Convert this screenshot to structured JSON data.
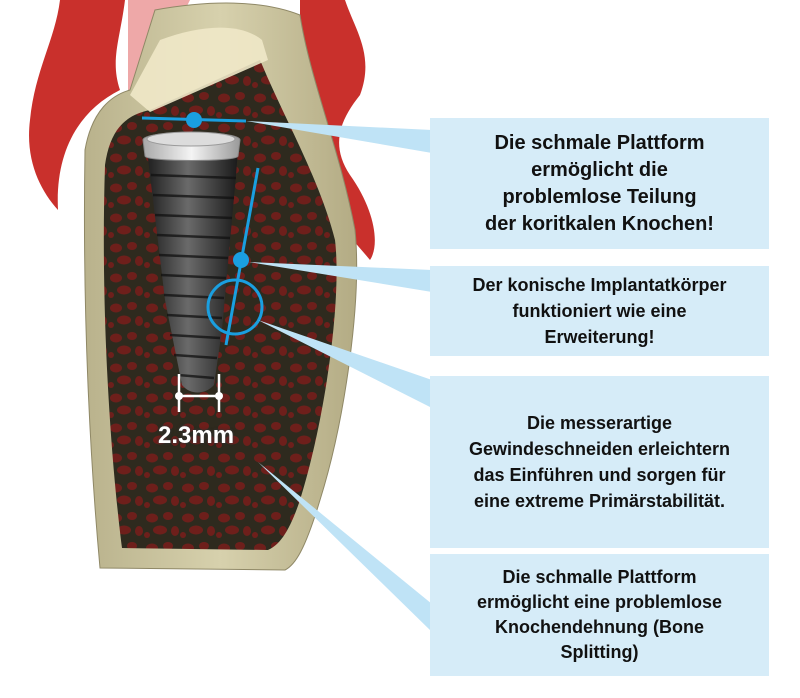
{
  "diagram": {
    "dimension_label": "2.3mm",
    "callouts": [
      {
        "id": "narrow-platform-cortical",
        "text": "Die schmale Plattform\nermöglicht die\nproblemlose Teilung\nder koritkalen Knochen!"
      },
      {
        "id": "conical-body",
        "text": "Der konische Implantatkörper\nfunktioniert wie eine\nErweiterung!"
      },
      {
        "id": "knife-threads",
        "text": "Die messerartige\nGewindeschneiden erleichtern\ndas Einführen und sorgen für\neine extreme Primärstabilität."
      },
      {
        "id": "bone-splitting",
        "text": "Die schmalle Plattform\nermöglicht eine problemlose\nKnochendehnung (Bone\nSplitting)"
      }
    ],
    "colors": {
      "callout_bg": "#d6ecf8",
      "accent": "#1a9fe0",
      "gum": "#c9302c",
      "bone": "#cfc9a2",
      "marrow": "#6e1f1b",
      "implant": "#3a3a3a"
    }
  }
}
